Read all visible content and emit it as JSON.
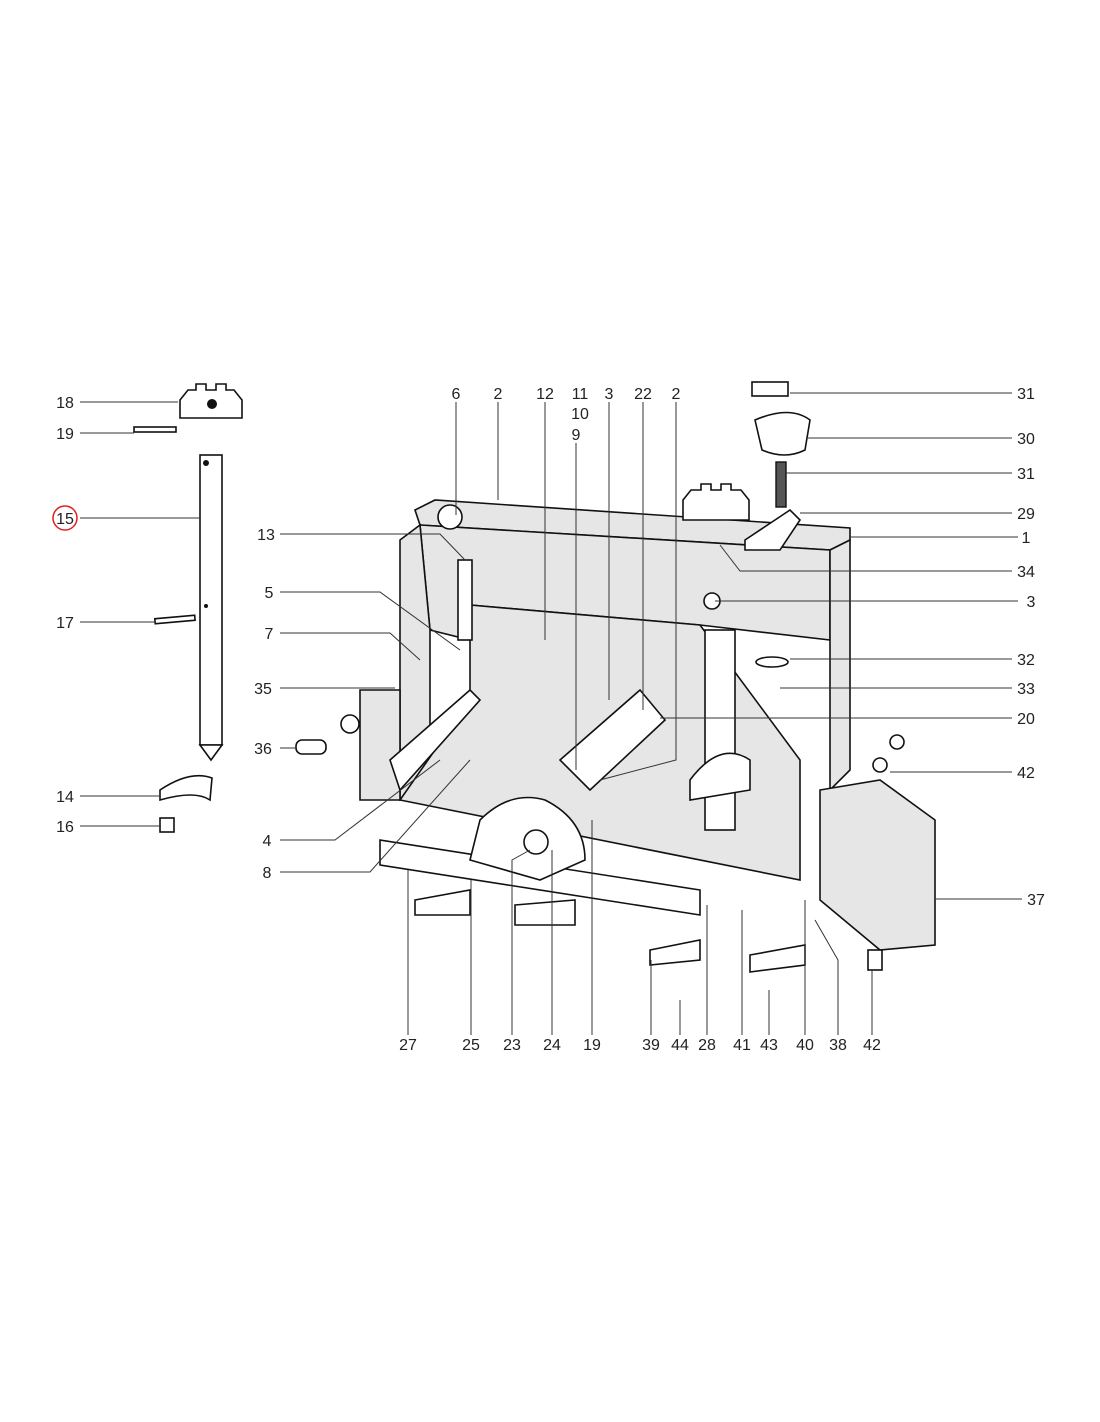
{
  "title": "Exploded parts diagram",
  "highlight_color": "#e02020",
  "highlighted_part": "15",
  "callouts": {
    "left": [
      "18",
      "19",
      "15",
      "17",
      "14",
      "16"
    ],
    "mid_left": [
      "13",
      "5",
      "7",
      "35",
      "36",
      "4",
      "8"
    ],
    "top": [
      "6",
      "2",
      "12",
      "11",
      "10",
      "9",
      "3",
      "22",
      "2"
    ],
    "right": [
      "31",
      "30",
      "31",
      "29",
      "1",
      "34",
      "3",
      "32",
      "33",
      "20",
      "42",
      "37"
    ],
    "bottom": [
      "27",
      "25",
      "23",
      "24",
      "19",
      "39",
      "44",
      "28",
      "41",
      "43",
      "40",
      "38",
      "42"
    ]
  }
}
